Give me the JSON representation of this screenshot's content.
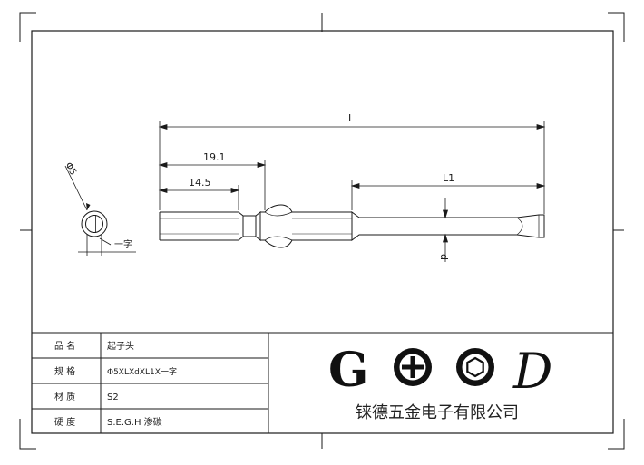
{
  "dimensions": {
    "overall_length": "L",
    "length_19": "19.1",
    "length_14": "14.5",
    "tip_length": "L1",
    "tip_diameter": "d",
    "hex_diameter": "Φ5",
    "slot_label": "一字"
  },
  "title_block": {
    "rows": [
      {
        "label": "品  名",
        "value": "起子头"
      },
      {
        "label": "规  格",
        "value": "Φ5XLXdXL1X一字"
      },
      {
        "label": "材  质",
        "value": "S2"
      },
      {
        "label": "硬  度",
        "value": "S.E.G.H 渗碳"
      }
    ]
  },
  "brand": {
    "letters": [
      "G",
      "D"
    ],
    "company": "铼德五金电子有限公司"
  }
}
